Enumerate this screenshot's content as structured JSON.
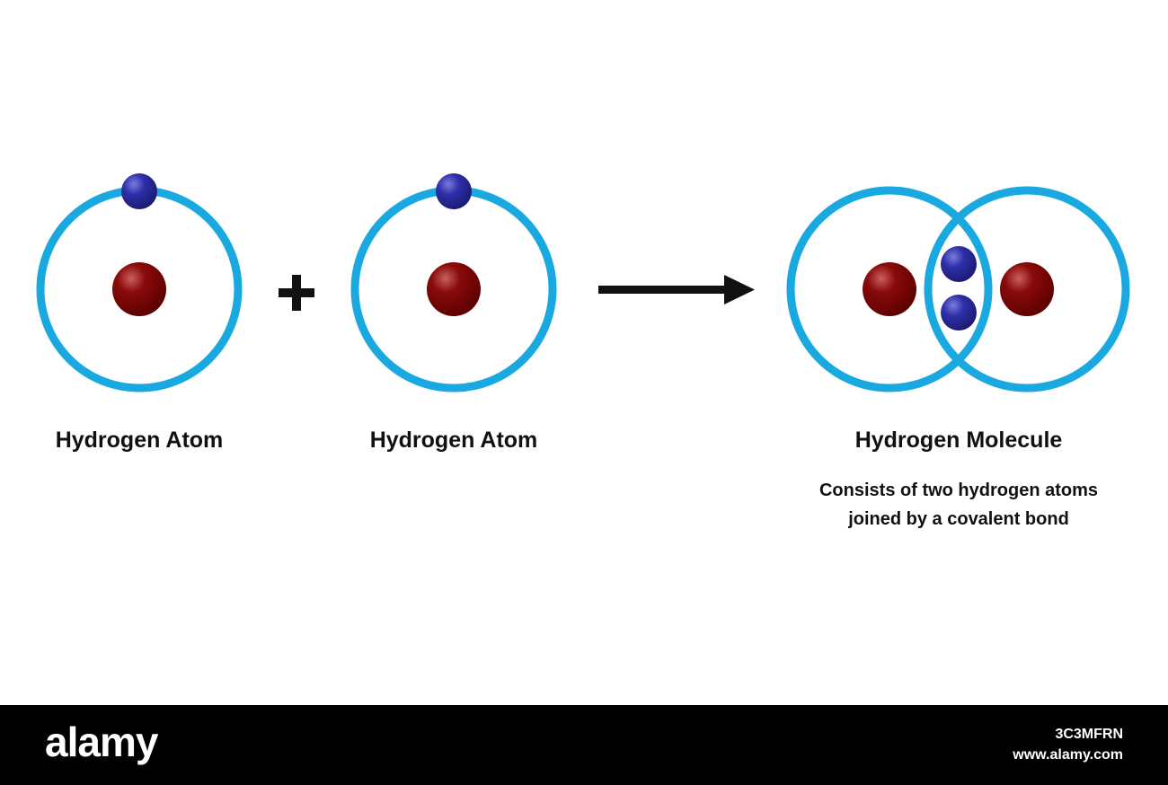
{
  "colors": {
    "orbit": "#19a8e0",
    "nucleus": "#7a0000",
    "electron": "#2a2a9a",
    "text": "#111111",
    "footer_bg": "#000000"
  },
  "atoms": [
    {
      "label": "Hydrogen Atom"
    },
    {
      "label": "Hydrogen Atom"
    }
  ],
  "operator": "+",
  "molecule": {
    "label": "Hydrogen Molecule",
    "caption_line1": "Consists of two hydrogen atoms",
    "caption_line2": "joined by a covalent bond"
  },
  "footer": {
    "logo": "alamy",
    "image_id": "3C3MFRN",
    "url": "www.alamy.com"
  }
}
